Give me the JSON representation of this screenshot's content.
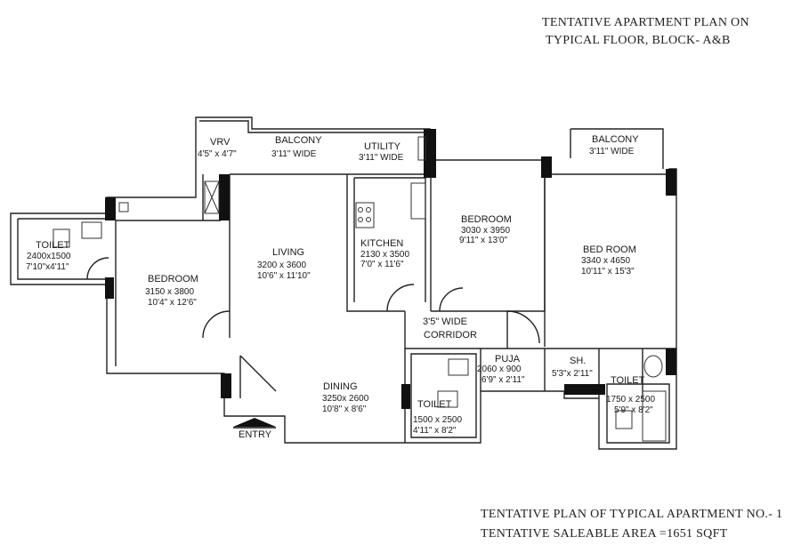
{
  "header": {
    "line1": "TENTATIVE APARTMENT PLAN ON",
    "line2": "TYPICAL FLOOR, BLOCK- A&B"
  },
  "footer": {
    "line1": "TENTATIVE PLAN OF TYPICAL  APARTMENT NO.- 1",
    "line2": "TENTATIVE SALEABLE AREA =1651 SQFT"
  },
  "entry_label": "ENTRY",
  "rooms": {
    "vrv": {
      "name": "VRV",
      "dim_imperial": "4'5\" x 4'7\""
    },
    "balcony_main": {
      "name": "BALCONY",
      "dim_imperial": "3'11\"  WIDE"
    },
    "utility": {
      "name": "UTILITY",
      "dim_imperial": "3'11\"  WIDE"
    },
    "balcony_right": {
      "name": "BALCONY",
      "dim_imperial": "3'11\"  WIDE"
    },
    "toilet_left": {
      "name": "TOILET",
      "dim_metric": "2400x1500",
      "dim_imperial": "7'10\"x4'11\""
    },
    "bedroom_left": {
      "name": "BEDROOM",
      "dim_metric": "3150 x 3800",
      "dim_imperial": "10'4\" x 12'6\""
    },
    "living": {
      "name": "LIVING",
      "dim_metric": "3200 x 3600",
      "dim_imperial": "10'6\" x 11'10\""
    },
    "kitchen": {
      "name": "KITCHEN",
      "dim_metric": "2130 x 3500",
      "dim_imperial": "7'0\" x 11'6\""
    },
    "bedroom_mid": {
      "name": "BEDROOM",
      "dim_metric": "3030 x 3950",
      "dim_imperial": "9'11\" x 13'0\""
    },
    "bedroom_right": {
      "name": "BED ROOM",
      "dim_metric": "3340 x 4650",
      "dim_imperial": "10'11\" x 15'3\""
    },
    "corridor": {
      "name_line1": "3'5\" WIDE",
      "name_line2": "CORRIDOR"
    },
    "dining": {
      "name": "DINING",
      "dim_metric": "3250x 2600",
      "dim_imperial": "10'8\" x 8'6\""
    },
    "toilet_mid": {
      "name": "TOILET",
      "dim_metric": "1500 x 2500",
      "dim_imperial": "4'11\" x 8'2\""
    },
    "puja": {
      "name": "PUJA",
      "dim_metric": "2060 x 900",
      "dim_imperial": "6'9\" x 2'11\""
    },
    "shower": {
      "name": "SH.",
      "dim_imperial": "5'3\"x 2'11\""
    },
    "toilet_right": {
      "name": "TOILET",
      "dim_metric": "1750 x 2500",
      "dim_imperial": "5'9\" x 8'2\""
    }
  }
}
